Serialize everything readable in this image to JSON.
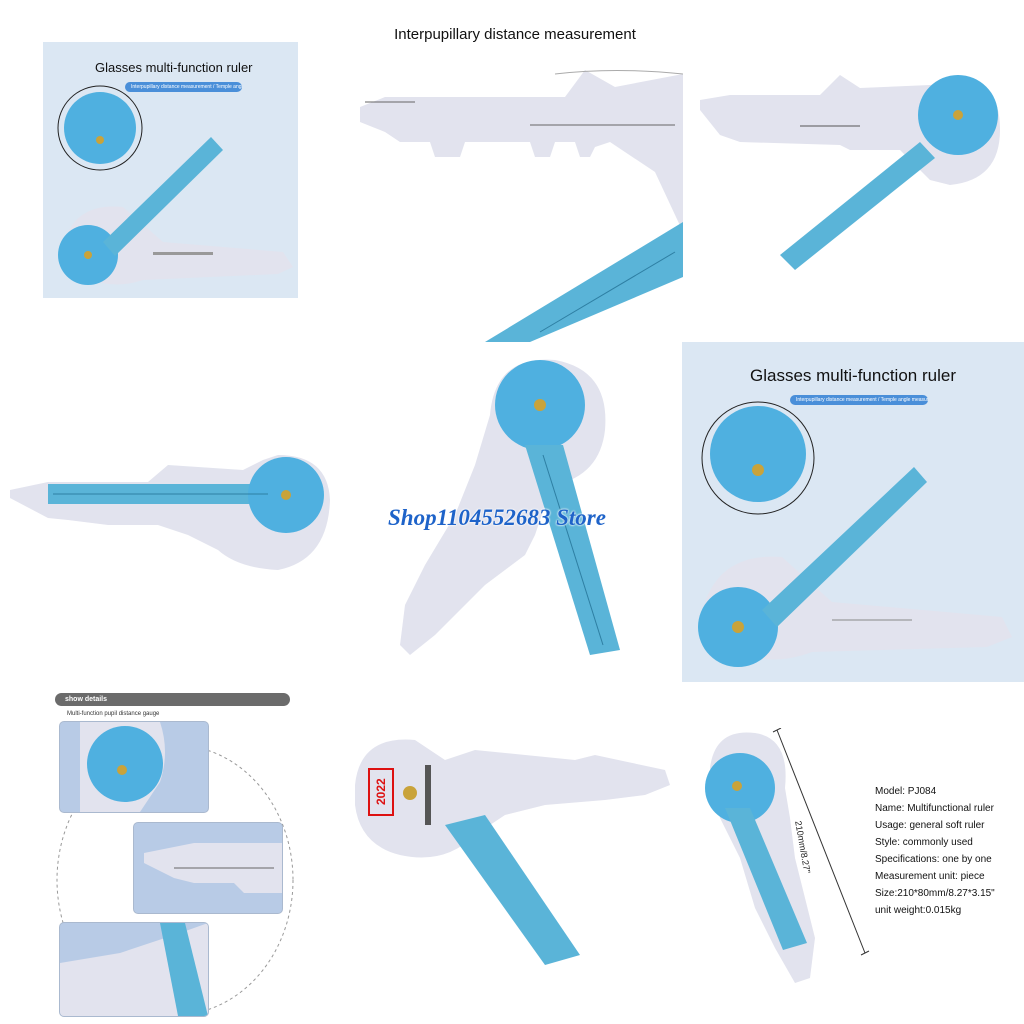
{
  "top": {
    "caption": "Interpupillary distance measurement"
  },
  "tile_title": "Glasses multi-function ruler",
  "tile_pill": "Interpupillary distance measurement / Temple angle measurement",
  "watermark": "Shop1104552683 Store",
  "details": {
    "bar_label": "show details",
    "subtitle": "Multi-function pupil distance gauge"
  },
  "package": {
    "year_stamp": "2022"
  },
  "dimension": {
    "label": "210mm/8.27\""
  },
  "specs": [
    "Model: PJ084",
    "Name: Multifunctional ruler",
    "Usage: general soft ruler",
    "Style: commonly used",
    "Specifications: one by one",
    "Measurement unit: piece",
    "Size:210*80mm/8.27*3.15\"",
    "unit weight:0.015kg"
  ],
  "colors": {
    "tile_bg": "#dbe7f3",
    "ruler_body": "#e2e3ee",
    "ruler_blue": "#5ab4d8",
    "dial_blue": "#4fb0e0",
    "watermark": "#1e63c9",
    "accent": "#4a8fd9"
  }
}
